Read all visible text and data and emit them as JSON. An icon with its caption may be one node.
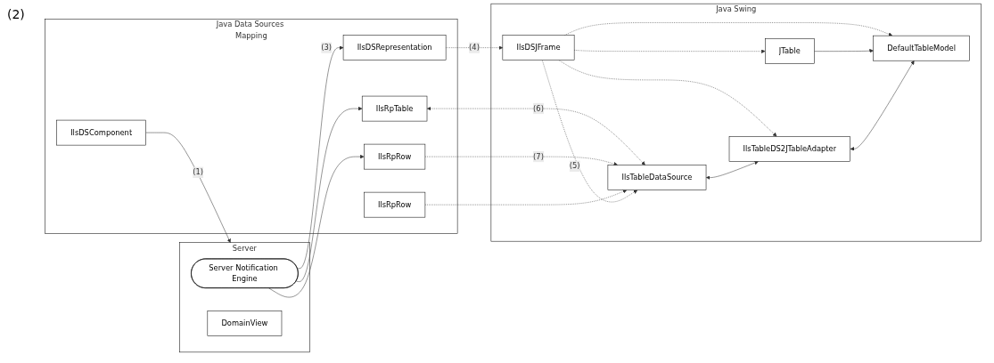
{
  "diagram": {
    "nodes": [
      {
        "text": [
          "Server"
        ]
      },
      {
        "text": [
          "Server Notification Engine"
        ],
        "in": 0
      },
      {
        "text": [
          "DomainView"
        ],
        "in": 0
      },
      {
        "text": [
          "Java Data Sources Mapping"
        ]
      },
      {
        "text": [
          "IlsDSRepresentation"
        ],
        "in": 3
      },
      {
        "text": [
          "IlsRpTable"
        ],
        "in": 3
      },
      {
        "text": [
          "IlsRpRow"
        ],
        "in": 3
      },
      {
        "text": [
          "IlsRpRow"
        ],
        "in": 3
      },
      {
        "text": [
          "IlsDSComponent"
        ],
        "in": 3
      },
      {
        "text": [
          "Java Swing"
        ]
      },
      {
        "text": [
          "IlsDSJFrame"
        ],
        "in": 9
      },
      {
        "text": [
          "JTable"
        ],
        "in": 9
      },
      {
        "text": [
          "IlsTableDataSource"
        ],
        "in": 9
      },
      {
        "text": [
          "DefaultTableModel"
        ],
        "in": 9
      },
      {
        "text": [
          "IlsTableDS2JTableAdapter"
        ],
        "in": 9
      }
    ],
    "edges": [
      {
        "from": 1,
        "to": 4,
        "arrow": "to",
        "label": "(3)"
      },
      {
        "from": 1,
        "to": 5,
        "arrow": "to"
      },
      {
        "from": 1,
        "to": 6,
        "arrow": "to"
      },
      {
        "from": 4,
        "to": 10,
        "arrow": "to",
        "label": "(4)",
        "style": "dashed"
      },
      {
        "from": 5,
        "to": 12,
        "arrow": "both",
        "label": "(6)",
        "style": "dashed"
      },
      {
        "from": 6,
        "to": 12,
        "arrow": "to",
        "label": "(7)",
        "style": "dashed"
      },
      {
        "from": 7,
        "to": 12,
        "arrow": "to",
        "style": "dashed"
      },
      {
        "from": 10,
        "to": 11,
        "arrow": "to",
        "style": "dashed"
      },
      {
        "from": 10,
        "to": 12,
        "arrow": "to",
        "label": "(5)",
        "style": "dashed"
      },
      {
        "from": 10,
        "to": 14,
        "arrow": "to",
        "style": "dashed"
      },
      {
        "from": 10,
        "to": 13,
        "arrow": "to",
        "style": "dashed"
      },
      {
        "from": 11,
        "to": 13,
        "arrow": "to"
      },
      {
        "from": 12,
        "to": 14,
        "arrow": "both"
      },
      {
        "from": 14,
        "to": 13,
        "arrow": "both"
      },
      {
        "from": 8,
        "to": 0,
        "arrow": "to",
        "label": "(1)"
      }
    ],
    "labels": [
      "(2)"
    ]
  }
}
